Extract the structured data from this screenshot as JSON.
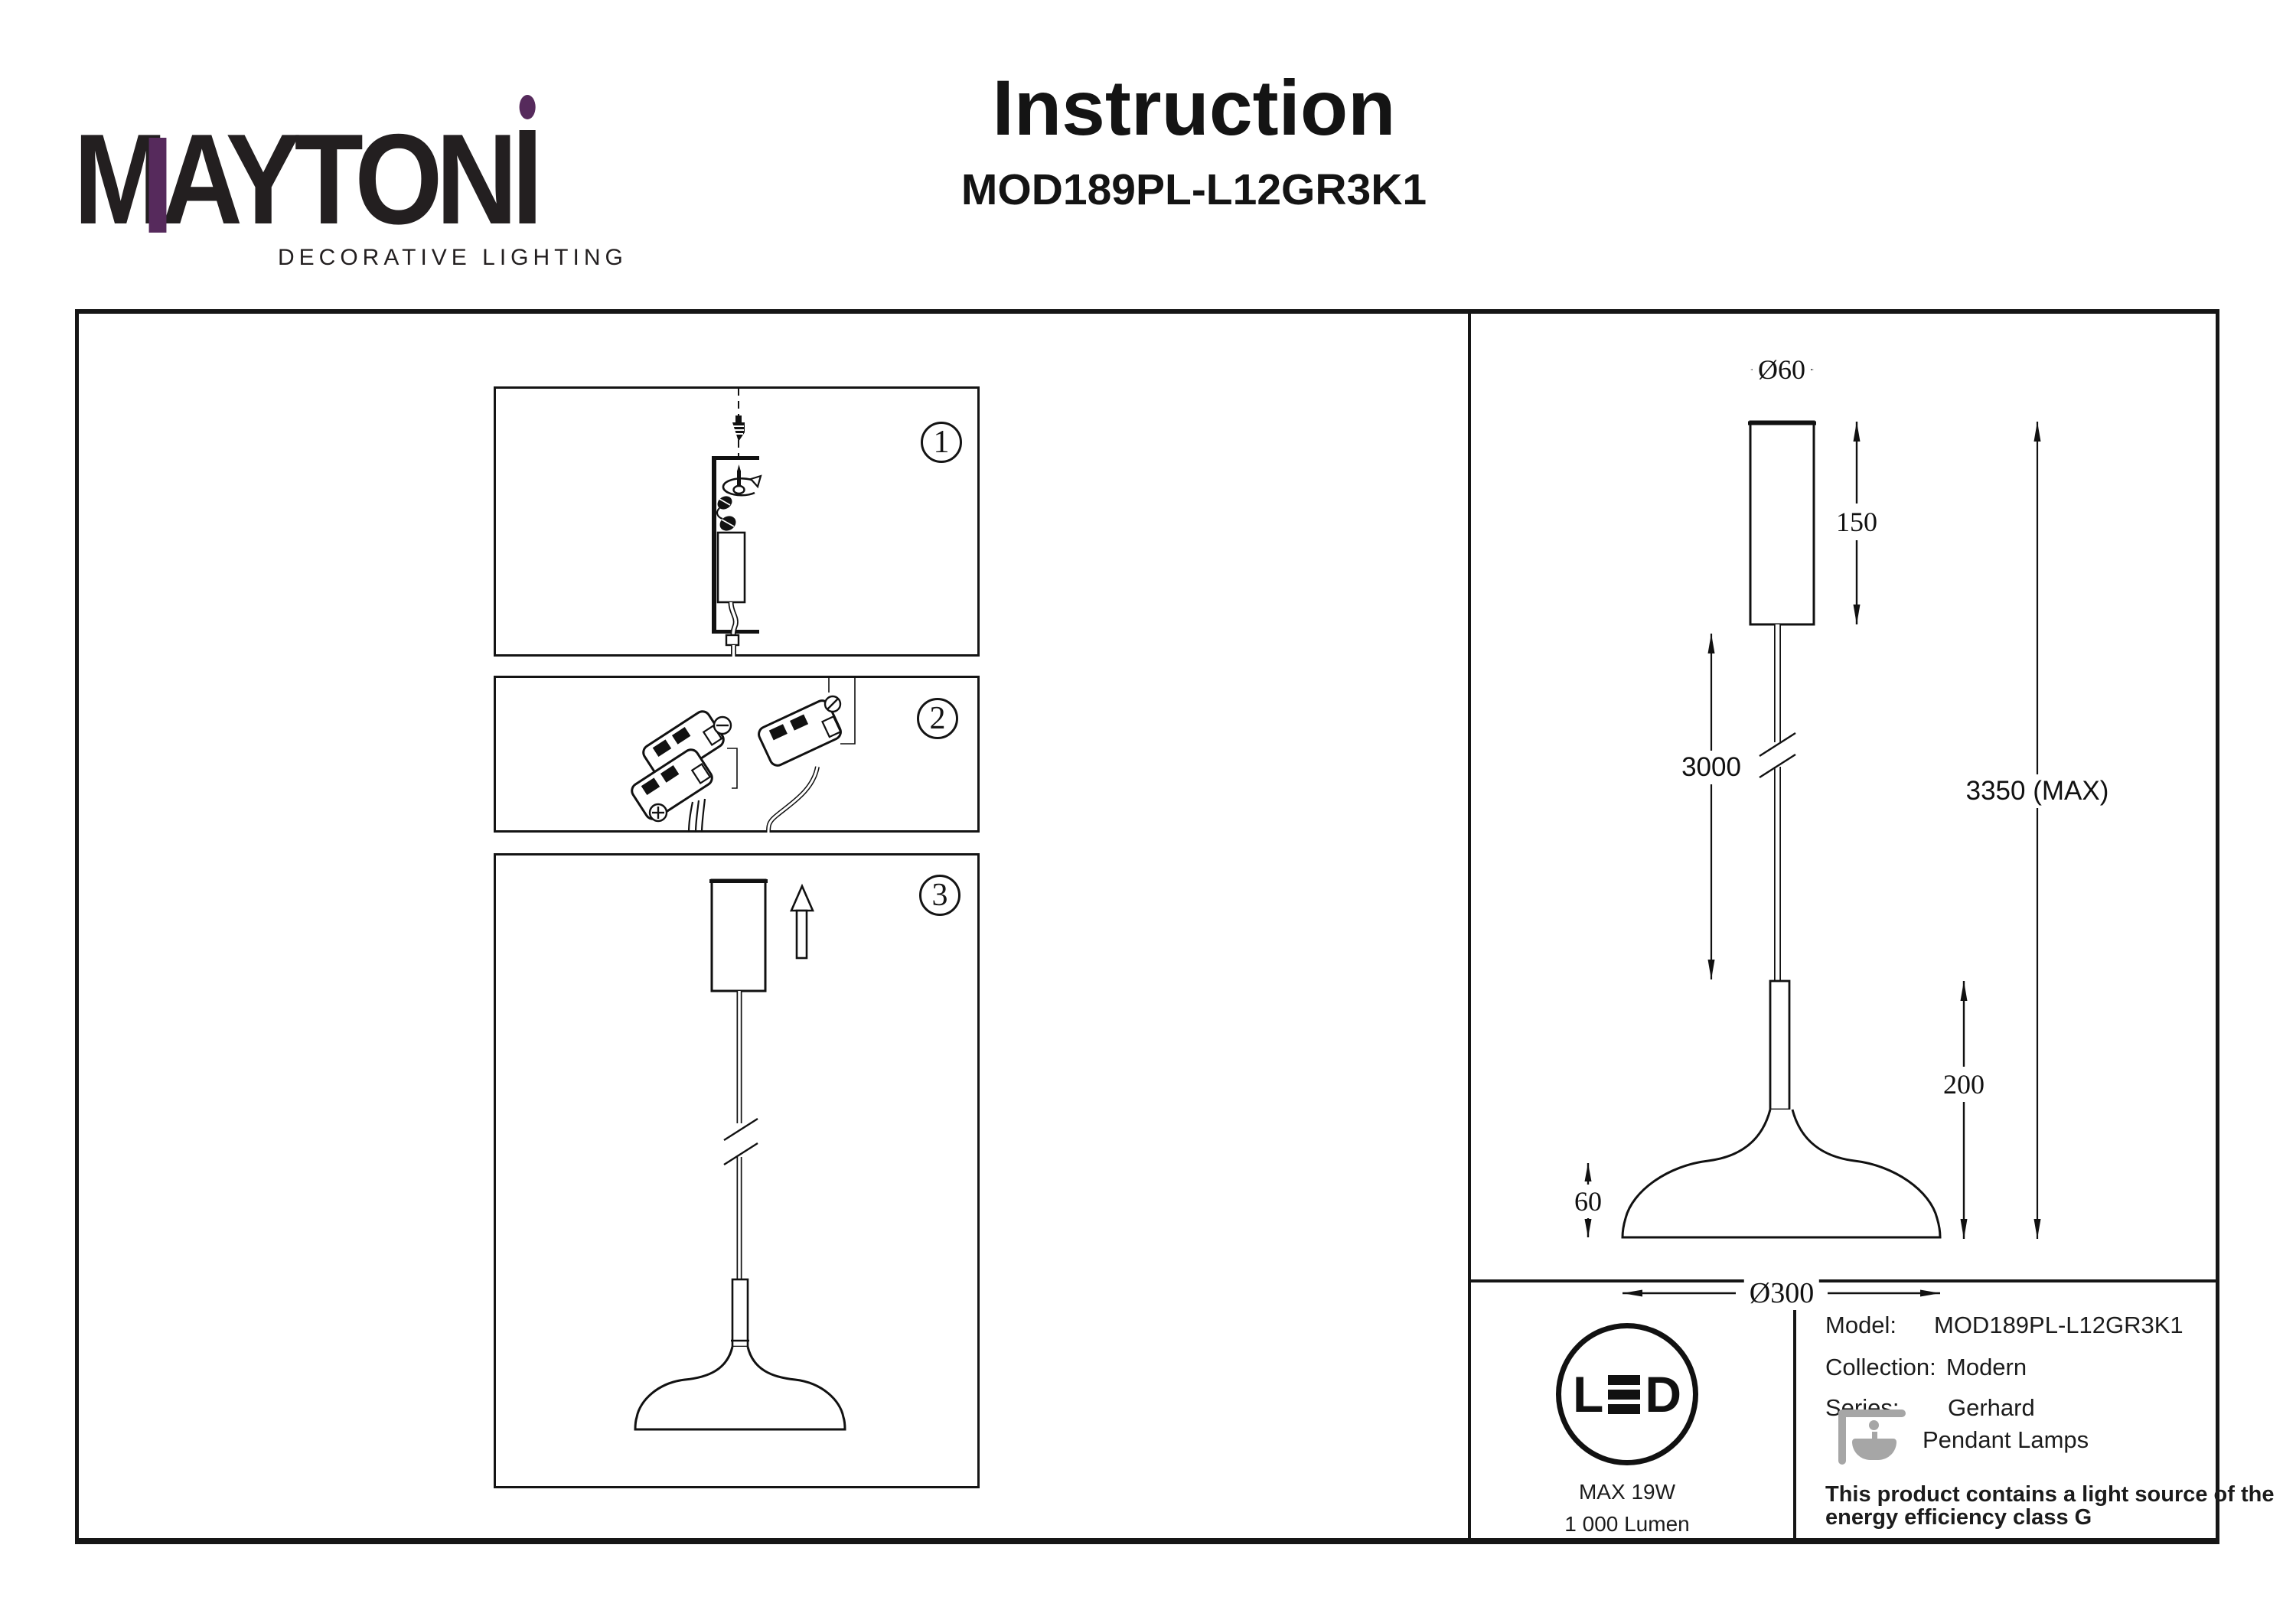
{
  "header": {
    "logo_text": "MAYTONI",
    "logo_text_before_i": "MAYTON",
    "tagline": "DECORATIVE LIGHTING",
    "title": "Instruction",
    "model": "MOD189PL-L12GR3K1"
  },
  "steps": [
    {
      "number": "1"
    },
    {
      "number": "2"
    },
    {
      "number": "3"
    }
  ],
  "dimensions": {
    "canopy_diameter": "Ø60",
    "canopy_height": "150",
    "cable_length": "3000",
    "total_max": "3350 (MAX)",
    "fixture_height": "200",
    "shade_height": "60",
    "shade_diameter": "Ø300"
  },
  "led_badge": {
    "letter_l": "L",
    "letter_d": "D",
    "max_power": "MAX 19W",
    "luminous_flux": "1 000 Lumen"
  },
  "product_info": {
    "rows": [
      {
        "label": "Model:",
        "value": "MOD189PL-L12GR3K1"
      },
      {
        "label": "Collection:",
        "value": "Modern"
      },
      {
        "label": "Series:",
        "value": "Gerhard"
      }
    ],
    "category": "Pendant Lamps",
    "note_line1": "This product contains a light source of the",
    "note_line2": "energy efficiency class G"
  },
  "colors": {
    "accent_purple": "#562a5c",
    "icon_gray": "#a6a6a6",
    "ink": "#161616"
  }
}
